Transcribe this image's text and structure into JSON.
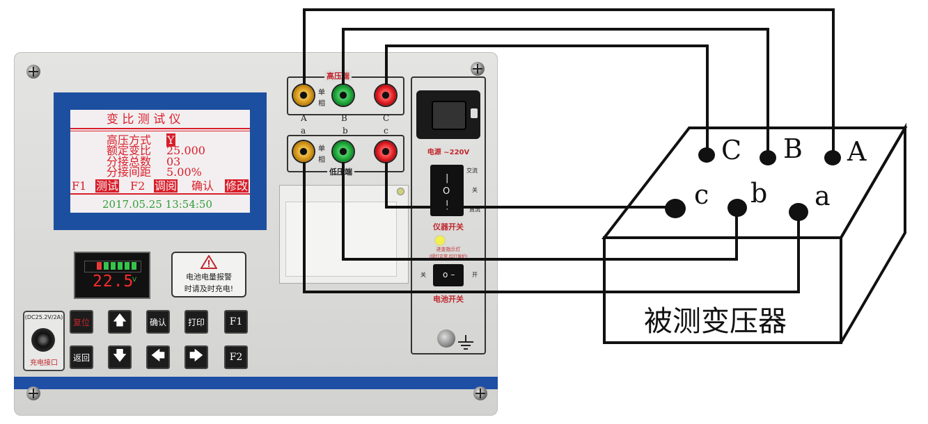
{
  "lcd": {
    "title": "变 比 测 试 仪",
    "rows": [
      {
        "label": "高压方式",
        "value": "Y"
      },
      {
        "label": "额定变比",
        "value": "25.000"
      },
      {
        "label": "分接总数",
        "value": "03"
      },
      {
        "label": "分接间距",
        "value": "5.00%"
      }
    ],
    "menu": {
      "f1": "F1",
      "test": "测试",
      "f2": "F2",
      "view": "调阅",
      "confirm": "确认",
      "modify": "修改"
    },
    "datetime": "2017.05.25 13:54:50"
  },
  "battery": {
    "display": "22.5",
    "unit": "V"
  },
  "warning": {
    "line1": "电池电量报警",
    "line2": "时请及时充电!"
  },
  "charge": {
    "spec": "(DC25.2V/2A)",
    "label": "充电接口"
  },
  "keys": {
    "reset": "复位",
    "confirm": "确认",
    "print": "打印",
    "f1": "F1",
    "back": "返回",
    "f2": "F2"
  },
  "hv": {
    "title": "高压端",
    "a": "A",
    "b": "B",
    "c": "C",
    "single_phase_1": "单",
    "single_phase_2": "相"
  },
  "lv": {
    "title": "低压端",
    "a": "a",
    "b": "b",
    "c": "c",
    "single_phase_1": "单",
    "single_phase_2": "相"
  },
  "power": {
    "socket_label": "电源 ~220V",
    "ac": "交流",
    "off": "关",
    "dc": "直流",
    "switch_label": "仪器开关",
    "indicator": "进变指示灯",
    "indicator_note": "(绿灯正常,红灯保护)",
    "bat_off": "关",
    "bat_on": "开",
    "bat_switch_label": "电池开关"
  },
  "transformer": {
    "label": "被测变压器",
    "hv_terminals": [
      "C",
      "B",
      "A"
    ],
    "lv_terminals": [
      "c",
      "b",
      "a"
    ]
  },
  "colors": {
    "panel_blue": "#1f4fa5",
    "lcd_red": "#d91e2a",
    "lcd_green": "#2f9e3a",
    "terminal_yellow": "#f2c24b",
    "terminal_green": "#169a31",
    "terminal_red": "#d3141b"
  }
}
